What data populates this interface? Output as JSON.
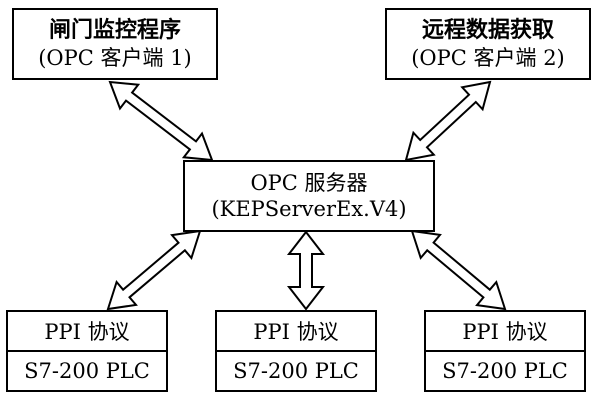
{
  "clients": [
    {
      "title": "闸门监控程序",
      "subtitle": "(OPC 客户端 1)"
    },
    {
      "title": "远程数据获取",
      "subtitle": "(OPC 客户端 2)"
    }
  ],
  "server": {
    "title": "OPC 服务器",
    "subtitle": "(KEPServerEx.V4)"
  },
  "plcs": [
    {
      "protocol": "PPI 协议",
      "device": "S7-200 PLC"
    },
    {
      "protocol": "PPI 协议",
      "device": "S7-200 PLC"
    },
    {
      "protocol": "PPI 协议",
      "device": "S7-200 PLC"
    }
  ],
  "connections": [
    {
      "from": "client-1",
      "to": "server",
      "direction": "bidirectional"
    },
    {
      "from": "client-2",
      "to": "server",
      "direction": "bidirectional"
    },
    {
      "from": "server",
      "to": "plc-1",
      "direction": "bidirectional"
    },
    {
      "from": "server",
      "to": "plc-2",
      "direction": "bidirectional"
    },
    {
      "from": "server",
      "to": "plc-3",
      "direction": "bidirectional"
    }
  ]
}
